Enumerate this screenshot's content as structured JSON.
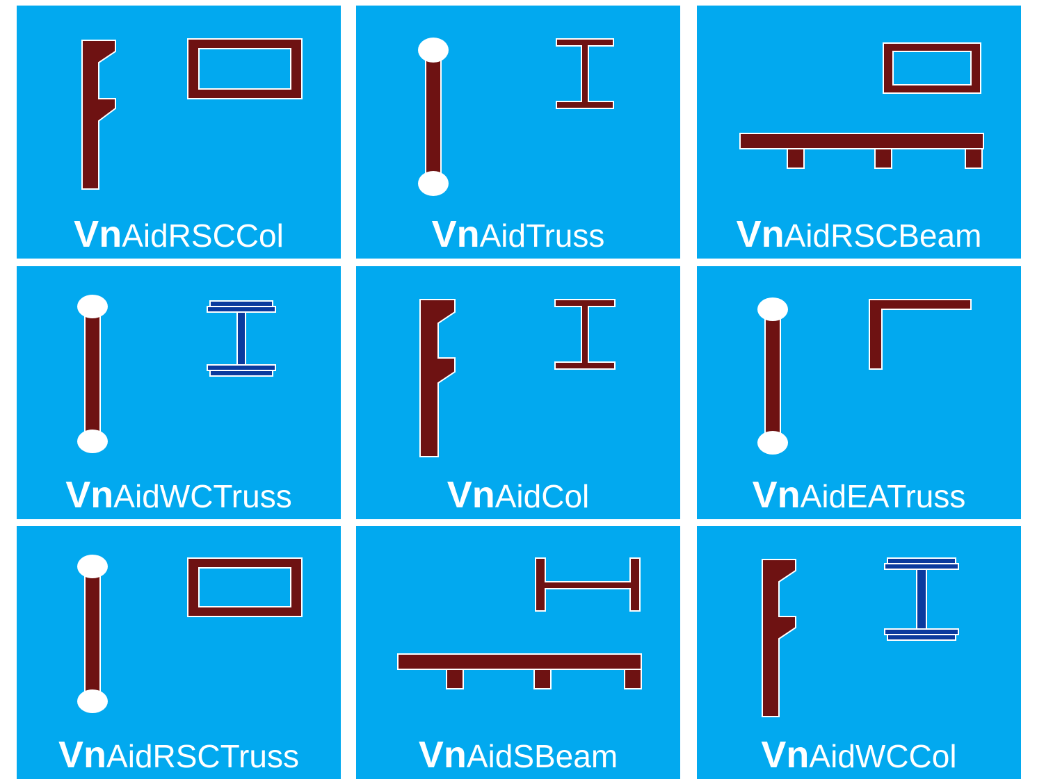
{
  "colors": {
    "tile_background": "#02a9ef",
    "member_fill": "#6e1212",
    "welded_fill": "#0b3a9e",
    "outline": "#ffffff",
    "label_text": "#ffffff"
  },
  "tiles": [
    {
      "prefix": "Vn",
      "suffix": "AidRSCCol",
      "icons": [
        "column-corbel-icon",
        "rectangular-hollow-section-icon"
      ]
    },
    {
      "prefix": "Vn",
      "suffix": "AidTruss",
      "icons": [
        "pinned-member-icon",
        "i-section-icon"
      ]
    },
    {
      "prefix": "Vn",
      "suffix": "AidRSCBeam",
      "icons": [
        "rectangular-hollow-section-icon",
        "beam-on-supports-icon"
      ]
    },
    {
      "prefix": "Vn",
      "suffix": "AidWCTruss",
      "icons": [
        "pinned-member-icon",
        "welded-i-section-icon"
      ]
    },
    {
      "prefix": "Vn",
      "suffix": "AidCol",
      "icons": [
        "column-corbel-icon",
        "i-section-icon"
      ]
    },
    {
      "prefix": "Vn",
      "suffix": "AidEATruss",
      "icons": [
        "pinned-member-icon",
        "equal-angle-section-icon"
      ]
    },
    {
      "prefix": "Vn",
      "suffix": "AidRSCTruss",
      "icons": [
        "pinned-member-icon",
        "rectangular-hollow-section-icon"
      ]
    },
    {
      "prefix": "Vn",
      "suffix": "AidSBeam",
      "icons": [
        "h-section-icon",
        "beam-on-supports-icon"
      ]
    },
    {
      "prefix": "Vn",
      "suffix": "AidWCCol",
      "icons": [
        "column-corbel-icon",
        "welded-i-section-icon"
      ]
    }
  ]
}
